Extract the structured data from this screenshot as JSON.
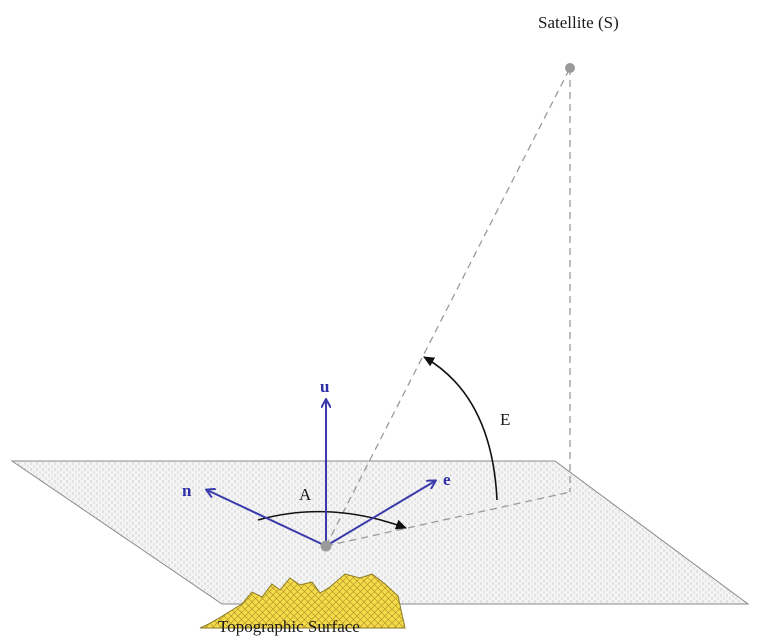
{
  "labels": {
    "satellite": "Satellite  (S)",
    "up": "u",
    "north": "n",
    "east": "e",
    "azimuth": "A",
    "elevation": "E",
    "surface": "Topographic  Surface"
  },
  "colors": {
    "axis": "#3a3aaa",
    "point": "#9a9a9a",
    "guide": "#9a9a9a",
    "plane_fill": "#f2f2f2",
    "plane_stroke": "#8a8a8a",
    "terrain_fill": "#f2d43a",
    "terrain_stroke": "#8a7a20",
    "arc": "#111111"
  }
}
